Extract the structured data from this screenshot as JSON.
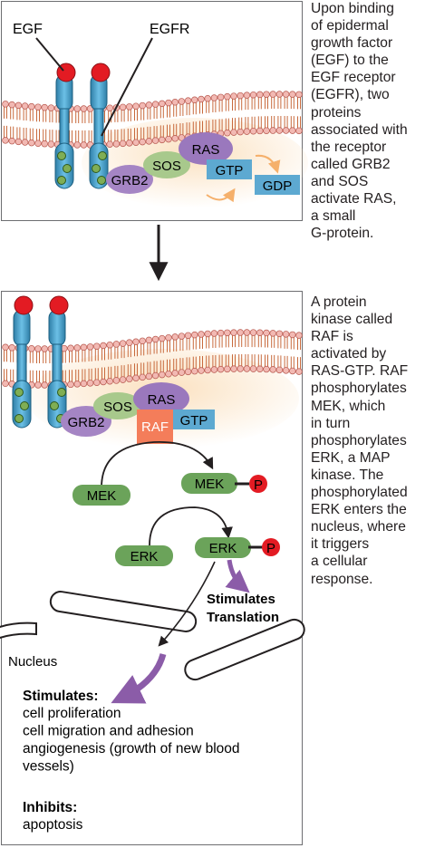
{
  "top_panel": {
    "label_egf": "EGF",
    "label_egfr": "EGFR",
    "label_ras": "RAS",
    "label_sos": "SOS",
    "label_grb2": "GRB2",
    "label_gtp": "GTP",
    "label_gdp": "GDP"
  },
  "top_caption": [
    "Upon binding",
    "of epidermal",
    "growth factor",
    "(EGF) to the",
    "EGF receptor",
    "(EGFR), two",
    "proteins",
    "associated with",
    "the receptor",
    "called GRB2",
    "and SOS",
    "activate RAS,",
    "a small",
    "G-protein."
  ],
  "bottom_panel": {
    "label_ras": "RAS",
    "label_sos": "SOS",
    "label_grb2": "GRB2",
    "label_raf": "RAF",
    "label_gtp": "GTP",
    "label_mek": "MEK",
    "label_mek_p": "MEK",
    "label_p1": "P",
    "label_erk": "ERK",
    "label_erk_p": "ERK",
    "label_p2": "P",
    "stimulates_translation_1": "Stimulates",
    "stimulates_translation_2": "Translation",
    "nucleus": "Nucleus",
    "stimulates_heading": "Stimulates:",
    "stimulates_items": [
      "cell proliferation",
      "cell migration and adhesion",
      "angiogenesis (growth of new blood",
      "vessels)"
    ],
    "inhibits_heading": "Inhibits:",
    "inhibits_items": [
      "apoptosis"
    ]
  },
  "bottom_caption": [
    "A protein",
    "kinase called",
    "RAF is",
    "activated by",
    "RAS-GTP. RAF",
    "phosphorylates",
    "MEK, which",
    "in turn",
    "phosphorylates",
    "ERK, a MAP",
    "kinase. The",
    "phosphorylated",
    "ERK enters the",
    "nucleus, where",
    "it triggers",
    "a cellular",
    "response."
  ],
  "colors": {
    "membrane_head": "#f2b9b3",
    "membrane_head_outline": "#b8594f",
    "membrane_tail": "#c86a3d",
    "cytoplasm_glow": "#fbe3c4",
    "receptor": "#3f9ac4",
    "egf": "#e31b23",
    "green_dot": "#7fae55",
    "grb2": "#a585c4",
    "ras": "#9a78bd",
    "sos": "#a8c98c",
    "gtp": "#5da9d1",
    "raf": "#f47d5a",
    "kinase": "#6ba35a",
    "phosphate": "#e31b23",
    "arrow_orange": "#f5b06b",
    "arrow_purple": "#8b5ca8"
  }
}
